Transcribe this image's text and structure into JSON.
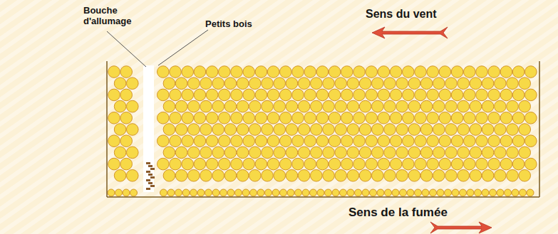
{
  "diagram": {
    "labels": [
      "Bouche d'allumage",
      "Petits bois",
      "Sens du vent",
      "Sens de la fumée"
    ]
  }
}
